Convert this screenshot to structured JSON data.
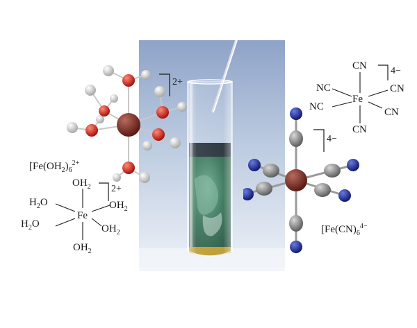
{
  "left_complex": {
    "name_base": "[Fe(OH",
    "name_sub1": "2",
    "name_mid": ")",
    "name_sub2": "6",
    "name_charge": "2+",
    "ball_charge": "2+",
    "metal": "Fe",
    "ligand": "OH",
    "ligand_sub": "2",
    "ligand_alt": "H",
    "ligand_alt_tail": "O",
    "struct_charge": "2+"
  },
  "right_complex": {
    "name_base": "[Fe(CN)",
    "name_sub": "6",
    "name_charge": "4−",
    "ball_charge": "4−",
    "metal": "Fe",
    "ligand_right": "CN",
    "ligand_left": "NC",
    "struct_charge": "4−"
  },
  "colors": {
    "iron": "#7a2a22",
    "oxygen": "#d42a1c",
    "hydrogen": "#e4e4e4",
    "carbon": "#8c8c8c",
    "nitrogen": "#1f2f9a",
    "solution": "#2e6b4e"
  }
}
